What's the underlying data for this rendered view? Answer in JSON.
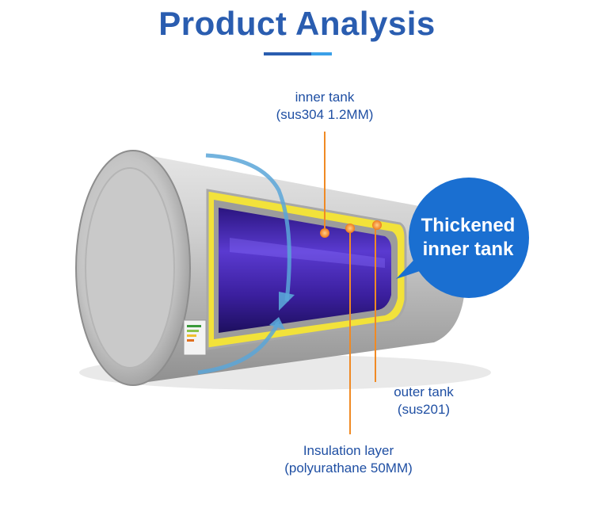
{
  "title": "Product Analysis",
  "labels": {
    "inner_tank": {
      "line1": "inner tank",
      "line2": "(sus304 1.2MM)"
    },
    "outer_tank": {
      "line1": "outer tank",
      "line2": "(sus201)"
    },
    "insulation": {
      "line1": "Insulation layer",
      "line2": "(polyurathane 50MM)"
    }
  },
  "callout": {
    "line1": "Thickened",
    "line2": "inner tank"
  },
  "colors": {
    "title": "#2a5db0",
    "label_text": "#1f4fa3",
    "callout_bubble": "#1a6fd1",
    "leader_line": "#f08a24",
    "inner_tank_fill": "#3b1f9e",
    "insulation_fill": "#f2e23a",
    "shell": "#bdbdbd"
  }
}
